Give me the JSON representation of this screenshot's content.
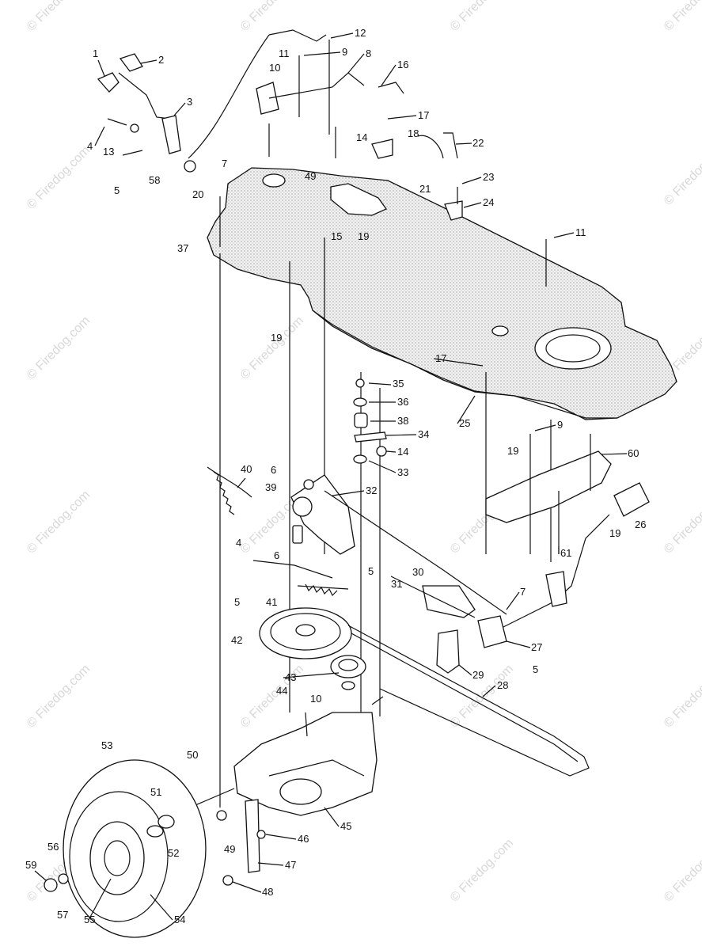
{
  "watermark": "© Firedog.com",
  "labels": [
    "1",
    "2",
    "3",
    "4",
    "5",
    "7",
    "13",
    "58",
    "12",
    "11",
    "9",
    "8",
    "10",
    "16",
    "17",
    "14",
    "18",
    "22",
    "21",
    "23",
    "24",
    "20",
    "49",
    "15",
    "19",
    "37",
    "11",
    "19",
    "17",
    "25",
    "35",
    "36",
    "38",
    "34",
    "14",
    "33",
    "9",
    "19",
    "60",
    "26",
    "19",
    "61",
    "40",
    "6",
    "39",
    "32",
    "4",
    "6",
    "5",
    "30",
    "7",
    "5",
    "41",
    "31",
    "42",
    "27",
    "43",
    "29",
    "5",
    "10",
    "44",
    "28",
    "50",
    "53",
    "51",
    "52",
    "45",
    "46",
    "47",
    "49",
    "48",
    "56",
    "59",
    "57",
    "55",
    "54"
  ]
}
